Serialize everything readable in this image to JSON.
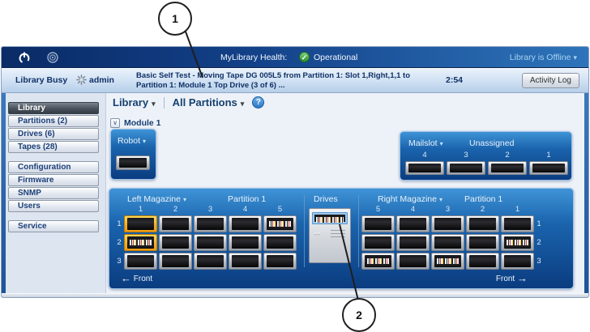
{
  "callouts": {
    "one": "1",
    "two": "2"
  },
  "icons": {
    "caret_down": "▾",
    "module_chevron": "∨",
    "check": "✓",
    "help": "?",
    "arrow_left": "←",
    "arrow_right": "→",
    "drive_arrow": "↔"
  },
  "topbar": {
    "health_label": "MyLibrary Health:",
    "health_status": "Operational",
    "offline_label": "Library is Offline"
  },
  "statusbar": {
    "state": "Library Busy",
    "user": "admin",
    "message_line1": "Basic Self Test - Moving Tape DG 005L5 from Partition 1: Slot 1,Right,1,1 to",
    "message_line2": "Partition 1: Module 1 Top Drive (3 of 6) ...",
    "time": "2:54",
    "activity_log": "Activity Log"
  },
  "sidebar": {
    "groups": [
      {
        "items": [
          {
            "label": "Library",
            "active": true
          },
          {
            "label": "Partitions (2)",
            "active": false
          },
          {
            "label": "Drives (6)",
            "active": false
          },
          {
            "label": "Tapes (28)",
            "active": false
          }
        ]
      },
      {
        "items": [
          {
            "label": "Configuration",
            "active": false
          },
          {
            "label": "Firmware",
            "active": false
          },
          {
            "label": "SNMP",
            "active": false
          },
          {
            "label": "Users",
            "active": false
          }
        ]
      },
      {
        "items": [
          {
            "label": "Service",
            "active": false
          }
        ]
      }
    ]
  },
  "main": {
    "menu": {
      "library_label": "Library",
      "partition_filter": "All Partitions"
    },
    "module": {
      "label": "Module 1"
    },
    "robot": {
      "label": "Robot"
    },
    "mailslot": {
      "label": "Mailslot",
      "assignment": "Unassigned",
      "slot_numbers": [
        "4",
        "3",
        "2",
        "1"
      ]
    },
    "left_magazine": {
      "title": "Left Magazine",
      "partition": "Partition 1",
      "columns": [
        "1",
        "2",
        "3",
        "4",
        "5"
      ],
      "row_labels": [
        "1",
        "2",
        "3"
      ],
      "row_label_side": "left",
      "cells": [
        [
          "empty-hl",
          "empty",
          "empty",
          "empty",
          "tape"
        ],
        [
          "tape-hl",
          "empty",
          "empty",
          "empty",
          "empty"
        ],
        [
          "empty",
          "empty",
          "empty",
          "empty",
          "empty"
        ]
      ],
      "front_label": "Front"
    },
    "drives_section": {
      "label": "Drives",
      "drive_loaded": true
    },
    "right_magazine": {
      "title": "Right Magazine",
      "partition": "Partition 1",
      "columns": [
        "5",
        "4",
        "3",
        "2",
        "1"
      ],
      "row_labels": [
        "1",
        "2",
        "3"
      ],
      "row_label_side": "right",
      "cells": [
        [
          "empty",
          "empty",
          "empty",
          "empty",
          "empty"
        ],
        [
          "empty",
          "empty",
          "empty",
          "empty",
          "tape"
        ],
        [
          "tape",
          "empty",
          "tape",
          "empty",
          "empty"
        ]
      ],
      "front_label": "Front"
    }
  },
  "colors": {
    "topbar_navy": "#0a2b66",
    "panel_blue_top": "#3f93d6",
    "panel_blue_bottom": "#0b3c80",
    "highlight_orange": "#f5a71c",
    "health_green": "#3aa43a",
    "offline_text": "#a9d2f2"
  }
}
